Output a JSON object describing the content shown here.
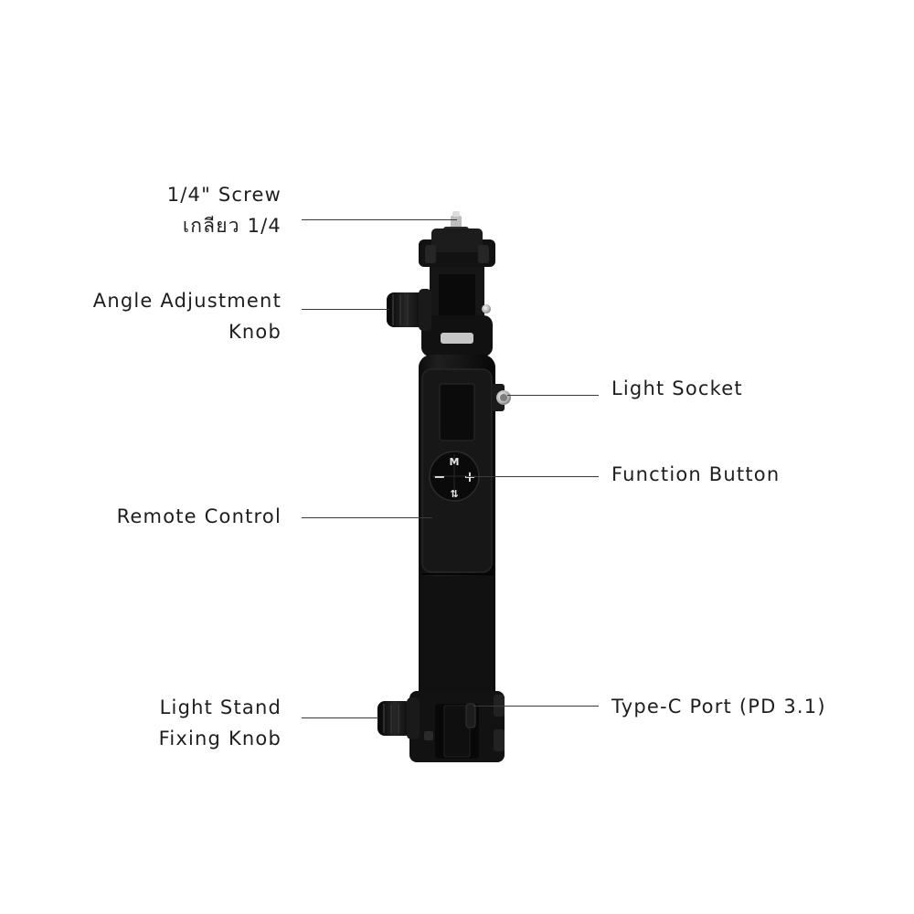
{
  "callouts": {
    "screw": {
      "line1": "1/4\" Screw",
      "line2": "เกลียว 1/4"
    },
    "angle_knob": {
      "line1": "Angle Adjustment",
      "line2": "Knob"
    },
    "light_socket": {
      "line1": "Light Socket"
    },
    "function_button": {
      "line1": "Function Button"
    },
    "remote_control": {
      "line1": "Remote Control"
    },
    "stand_knob": {
      "line1": "Light Stand",
      "line2": "Fixing Knob"
    },
    "typec_port": {
      "line1": "Type-C Port (PD 3.1)"
    }
  },
  "device": {
    "buttons": {
      "mode": "M",
      "minus": "−",
      "plus": "+",
      "swap": "⇅"
    },
    "body_color": "#141414",
    "highlight_color": "#2e2e2e"
  }
}
